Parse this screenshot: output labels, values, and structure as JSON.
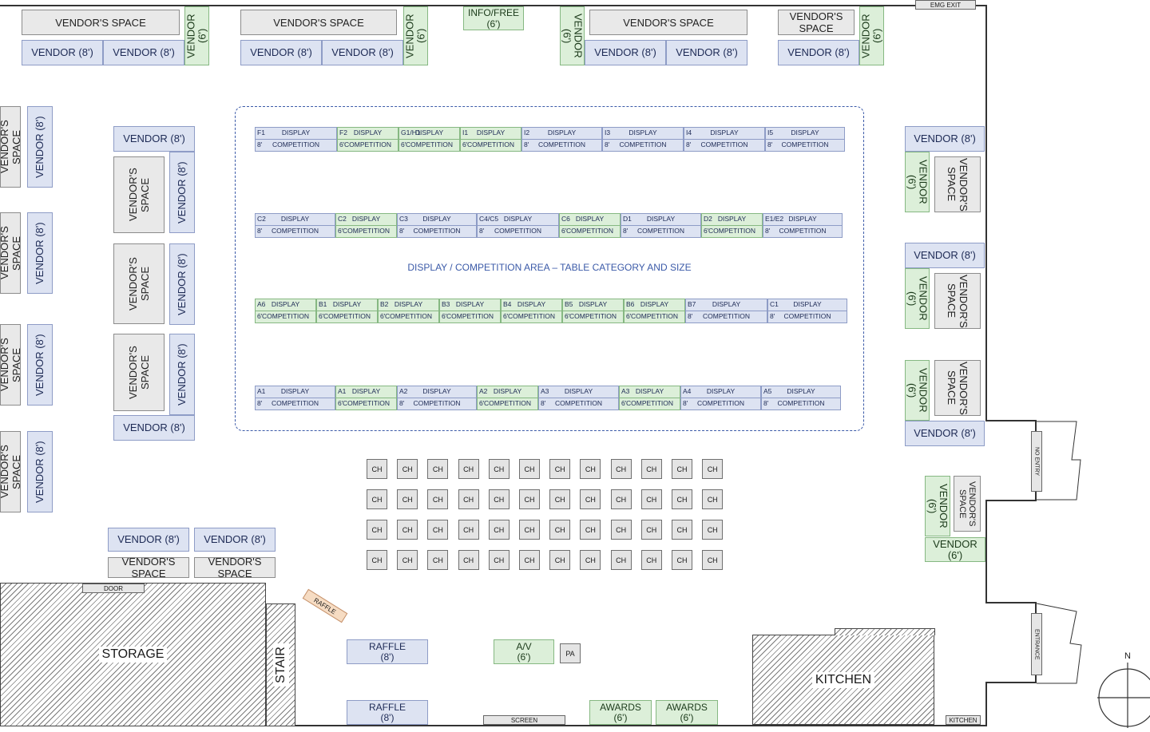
{
  "labels": {
    "emg_exit": "EMG EXIT",
    "info_free": "INFO/FREE\n(6')",
    "area_title": "DISPLAY / COMPETITION AREA – TABLE CATEGORY AND SIZE",
    "storage": "STORAGE",
    "stair": "STAIR",
    "door": "DOOR",
    "raffle_small": "RAFFLE",
    "raffle_table": "RAFFLE\n(8')",
    "av": "A/V\n(6')",
    "pa": "PA",
    "awards": "AWARDS\n(6')",
    "screen": "SCREEN",
    "kitchen": "KITCHEN",
    "kitchen_door": "KITCHEN",
    "no_entry": "NO ENTRY",
    "entrance": "ENTRANCE",
    "north": "N",
    "vendor8": "VENDOR (8')",
    "vendor6": "VENDOR (6')",
    "vendor_space": "VENDOR'S SPACE",
    "vendor_space_stack": "VENDOR'S\nSPACE",
    "chair": "CH"
  },
  "rows": [
    [
      {
        "code": "F1",
        "size": "8'",
        "kind": "c8"
      },
      {
        "code": "F2",
        "size": "6'",
        "kind": "c6"
      },
      {
        "code": "G1/H1",
        "size": "6'",
        "kind": "c6"
      },
      {
        "code": "I1",
        "size": "6'",
        "kind": "c6"
      },
      {
        "code": "I2",
        "size": "8'",
        "kind": "c8"
      },
      {
        "code": "I3",
        "size": "8'",
        "kind": "c8"
      },
      {
        "code": "I4",
        "size": "8'",
        "kind": "c8"
      },
      {
        "code": "I5",
        "size": "8'",
        "kind": "c8"
      }
    ],
    [
      {
        "code": "C2",
        "size": "8'",
        "kind": "c8"
      },
      {
        "code": "C2",
        "size": "6'",
        "kind": "c6"
      },
      {
        "code": "C3",
        "size": "8'",
        "kind": "c8"
      },
      {
        "code": "C4/C5",
        "size": "8'",
        "kind": "c8"
      },
      {
        "code": "C6",
        "size": "6'",
        "kind": "c6"
      },
      {
        "code": "D1",
        "size": "8'",
        "kind": "c8"
      },
      {
        "code": "D2",
        "size": "6'",
        "kind": "c6"
      },
      {
        "code": "E1/E2",
        "size": "8'",
        "kind": "c8"
      }
    ],
    [
      {
        "code": "A6",
        "size": "6'",
        "kind": "c6"
      },
      {
        "code": "B1",
        "size": "6'",
        "kind": "c6"
      },
      {
        "code": "B2",
        "size": "6'",
        "kind": "c6"
      },
      {
        "code": "B3",
        "size": "6'",
        "kind": "c6"
      },
      {
        "code": "B4",
        "size": "6'",
        "kind": "c6"
      },
      {
        "code": "B5",
        "size": "6'",
        "kind": "c6"
      },
      {
        "code": "B6",
        "size": "6'",
        "kind": "c6"
      },
      {
        "code": "B7",
        "size": "8'",
        "kind": "c8"
      },
      {
        "code": "C1",
        "size": "8'",
        "kind": "c8"
      }
    ],
    [
      {
        "code": "A1",
        "size": "8'",
        "kind": "c8"
      },
      {
        "code": "A1",
        "size": "6'",
        "kind": "c6"
      },
      {
        "code": "A2",
        "size": "8'",
        "kind": "c8"
      },
      {
        "code": "A2",
        "size": "6'",
        "kind": "c6"
      },
      {
        "code": "A3",
        "size": "8'",
        "kind": "c8"
      },
      {
        "code": "A3",
        "size": "6'",
        "kind": "c6"
      },
      {
        "code": "A4",
        "size": "8'",
        "kind": "c8"
      },
      {
        "code": "A5",
        "size": "8'",
        "kind": "c8"
      }
    ]
  ],
  "cell_display": "DISPLAY",
  "cell_competition": "COMPETITION"
}
